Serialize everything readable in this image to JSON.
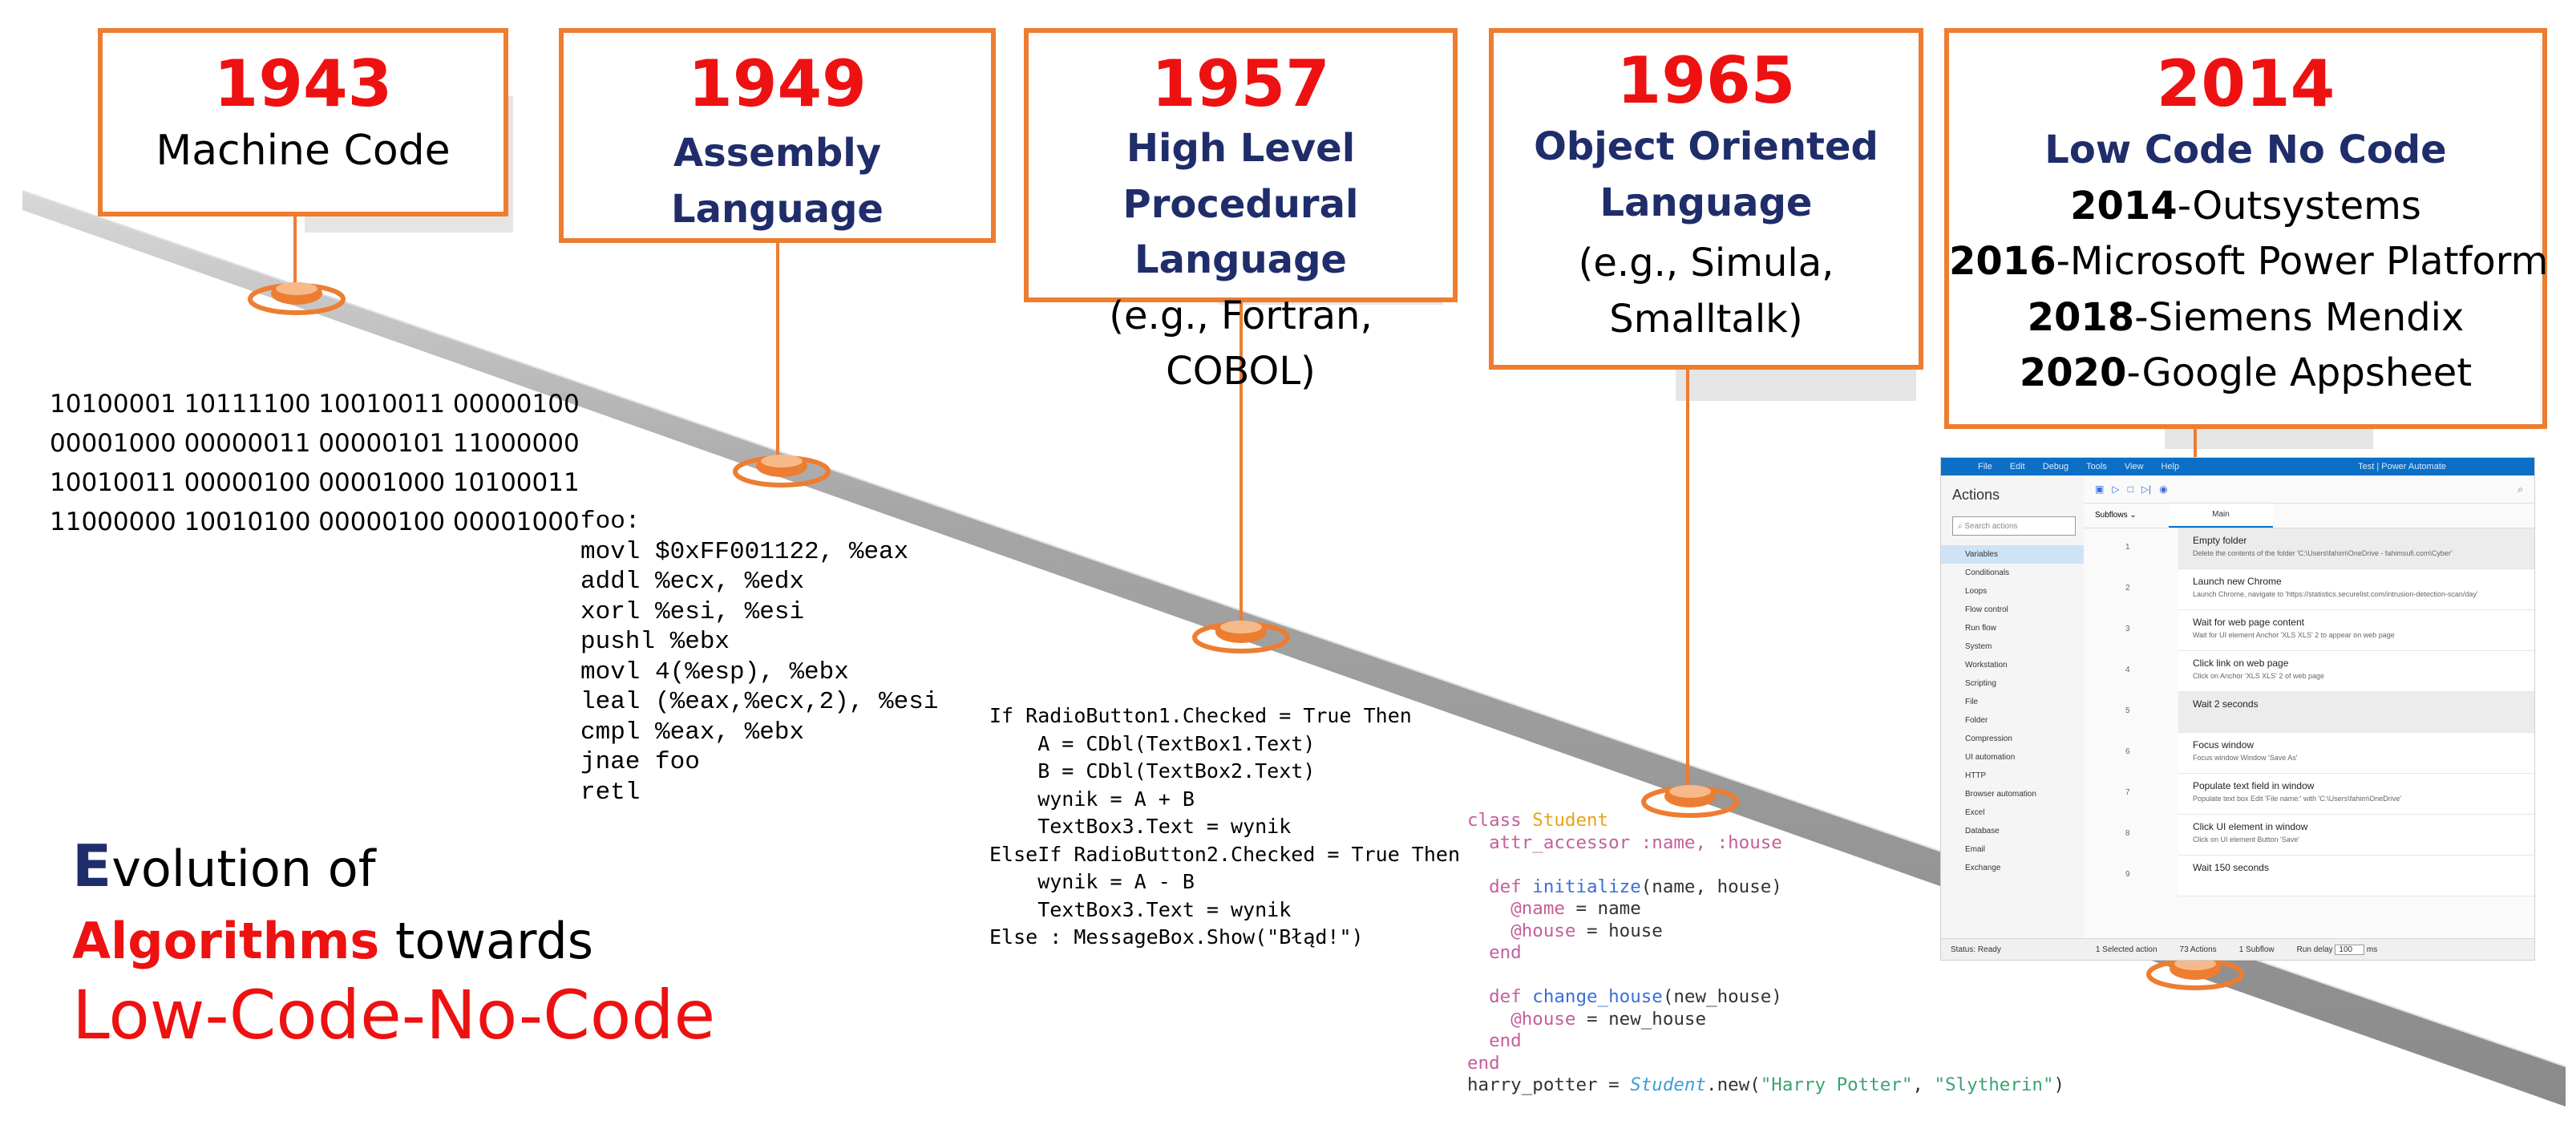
{
  "milestones": [
    {
      "year": "1943",
      "label": "Machine Code"
    },
    {
      "year": "1949",
      "label": "Assembly Language"
    },
    {
      "year": "1957",
      "label_lines": [
        "High Level Procedural",
        "Language"
      ],
      "sub": "(e.g., Fortran, COBOL)"
    },
    {
      "year": "1965",
      "label_lines": [
        "Object Oriented",
        "Language"
      ],
      "sub_lines": [
        "(e.g., Simula,",
        "Smalltalk)"
      ]
    },
    {
      "year": "2014",
      "label": "Low Code No Code",
      "items": [
        {
          "year": "2014",
          "name": "-Outsystems"
        },
        {
          "year": "2016",
          "name": "-Microsoft Power Platform"
        },
        {
          "year": "2018",
          "name": "-Siemens Mendix"
        },
        {
          "year": "2020",
          "name": "-Google Appsheet"
        }
      ]
    }
  ],
  "machine_code": "10100001 10111100 10010011 00000100\n00001000 00000011 00000101 11000000\n10010011 00000100 00001000 10100011\n11000000 10010100 00000100 00001000",
  "assembly_code": "foo:\nmovl $0xFF001122, %eax\naddl %ecx, %edx\nxorl %esi, %esi\npushl %ebx\nmovl 4(%esp), %ebx\nleal (%eax,%ecx,2), %esi\ncmpl %eax, %ebx\njnae foo\nretl",
  "vb_code": "If RadioButton1.Checked = True Then\n    A = CDbl(TextBox1.Text)\n    B = CDbl(TextBox2.Text)\n    wynik = A + B\n    TextBox3.Text = wynik\nElseIf RadioButton2.Checked = True Then\n    wynik = A - B\n    TextBox3.Text = wynik\nElse : MessageBox.Show(\"Błąd!\")",
  "ruby_code": {
    "l1_kw": "class",
    "l1_name": "Student",
    "l2_kw": "attr_accessor",
    "l2_rest": ":name, :house",
    "l4_kw": "def",
    "l4_fn": "initialize",
    "l4_rest": "(name, house)",
    "l5_ivar": "@name",
    "l5_rest": " = name",
    "l6_ivar": "@house",
    "l6_rest": " = house",
    "end": "end",
    "l9_kw": "def",
    "l9_fn": "change_house",
    "l9_rest": "(new_house)",
    "l10_ivar": "@house",
    "l10_rest": " = new_house",
    "l13_a": "harry_potter = ",
    "l13_cls": "Student",
    "l13_b": ".new(",
    "l13_s1": "\"Harry Potter\"",
    "l13_c": ", ",
    "l13_s2": "\"Slytherin\"",
    "l13_d": ")"
  },
  "title": {
    "cap": "E",
    "line1_rest": "volution of",
    "alg": "Algorithms",
    "line2_rest": " towards",
    "line3": "Low-Code-No-Code"
  },
  "power_automate": {
    "menu": [
      "File",
      "Edit",
      "Debug",
      "Tools",
      "View",
      "Help"
    ],
    "window_title": "Test | Power Automate",
    "actions_header": "Actions",
    "search_placeholder": "Search actions",
    "categories": [
      "Variables",
      "Conditionals",
      "Loops",
      "Flow control",
      "Run flow",
      "System",
      "Workstation",
      "Scripting",
      "File",
      "Folder",
      "Compression",
      "UI automation",
      "HTTP",
      "Browser automation",
      "Excel",
      "Database",
      "Email",
      "Exchange"
    ],
    "subflows": "Subflows",
    "main_tab": "Main",
    "steps": [
      {
        "num": "1",
        "title": "Empty folder",
        "desc": "Delete the contents of the folder 'C:\\Users\\fahim\\OneDrive - fahimsufi.com\\Cyber'"
      },
      {
        "num": "2",
        "title": "Launch new Chrome",
        "desc": "Launch Chrome, navigate to 'https://statistics.securelist.com/intrusion-detection-scan/day'"
      },
      {
        "num": "3",
        "title": "Wait for web page content",
        "desc": "Wait for UI element Anchor 'XLS XLS' 2 to appear on web page"
      },
      {
        "num": "4",
        "title": "Click link on web page",
        "desc": "Click on Anchor 'XLS XLS' 2 of web page"
      },
      {
        "num": "5",
        "title": "Wait 2 seconds",
        "desc": ""
      },
      {
        "num": "6",
        "title": "Focus window",
        "desc": "Focus window Window 'Save As'"
      },
      {
        "num": "7",
        "title": "Populate text field in window",
        "desc": "Populate text box Edit 'File name:' with 'C:\\Users\\fahim\\OneDrive'"
      },
      {
        "num": "8",
        "title": "Click UI element in window",
        "desc": "Click on UI element Button 'Save'"
      },
      {
        "num": "9",
        "title": "Wait 150 seconds",
        "desc": ""
      }
    ],
    "status": "Status: Ready",
    "selected": "1 Selected action",
    "actions_count": "73 Actions",
    "subflow_count": "1 Subflow",
    "run_delay_label": "Run delay",
    "run_delay_value": "100",
    "run_delay_unit": "ms"
  }
}
